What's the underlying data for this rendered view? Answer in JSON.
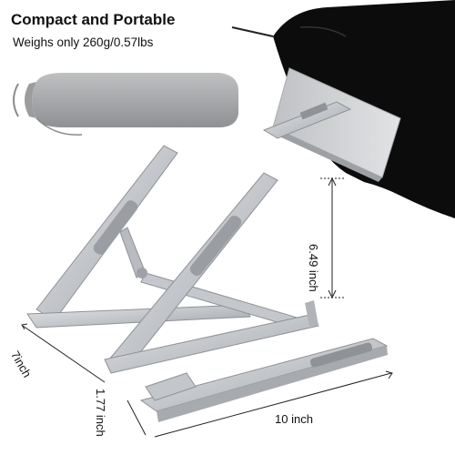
{
  "header": {
    "title": "Compact and Portable",
    "subtitle": "Weighs only 260g/0.57lbs"
  },
  "dimensions": {
    "height": "6.49 inch",
    "depth": "7inch",
    "width": "10 inch",
    "thickness": "1.77 inch"
  },
  "colors": {
    "aluminum": "#c9cbcf",
    "aluminum_dark": "#9ea2a8",
    "pouch": "#a9aaac",
    "bag": "#0c0c0c",
    "laptop": "#d3d5d8"
  }
}
